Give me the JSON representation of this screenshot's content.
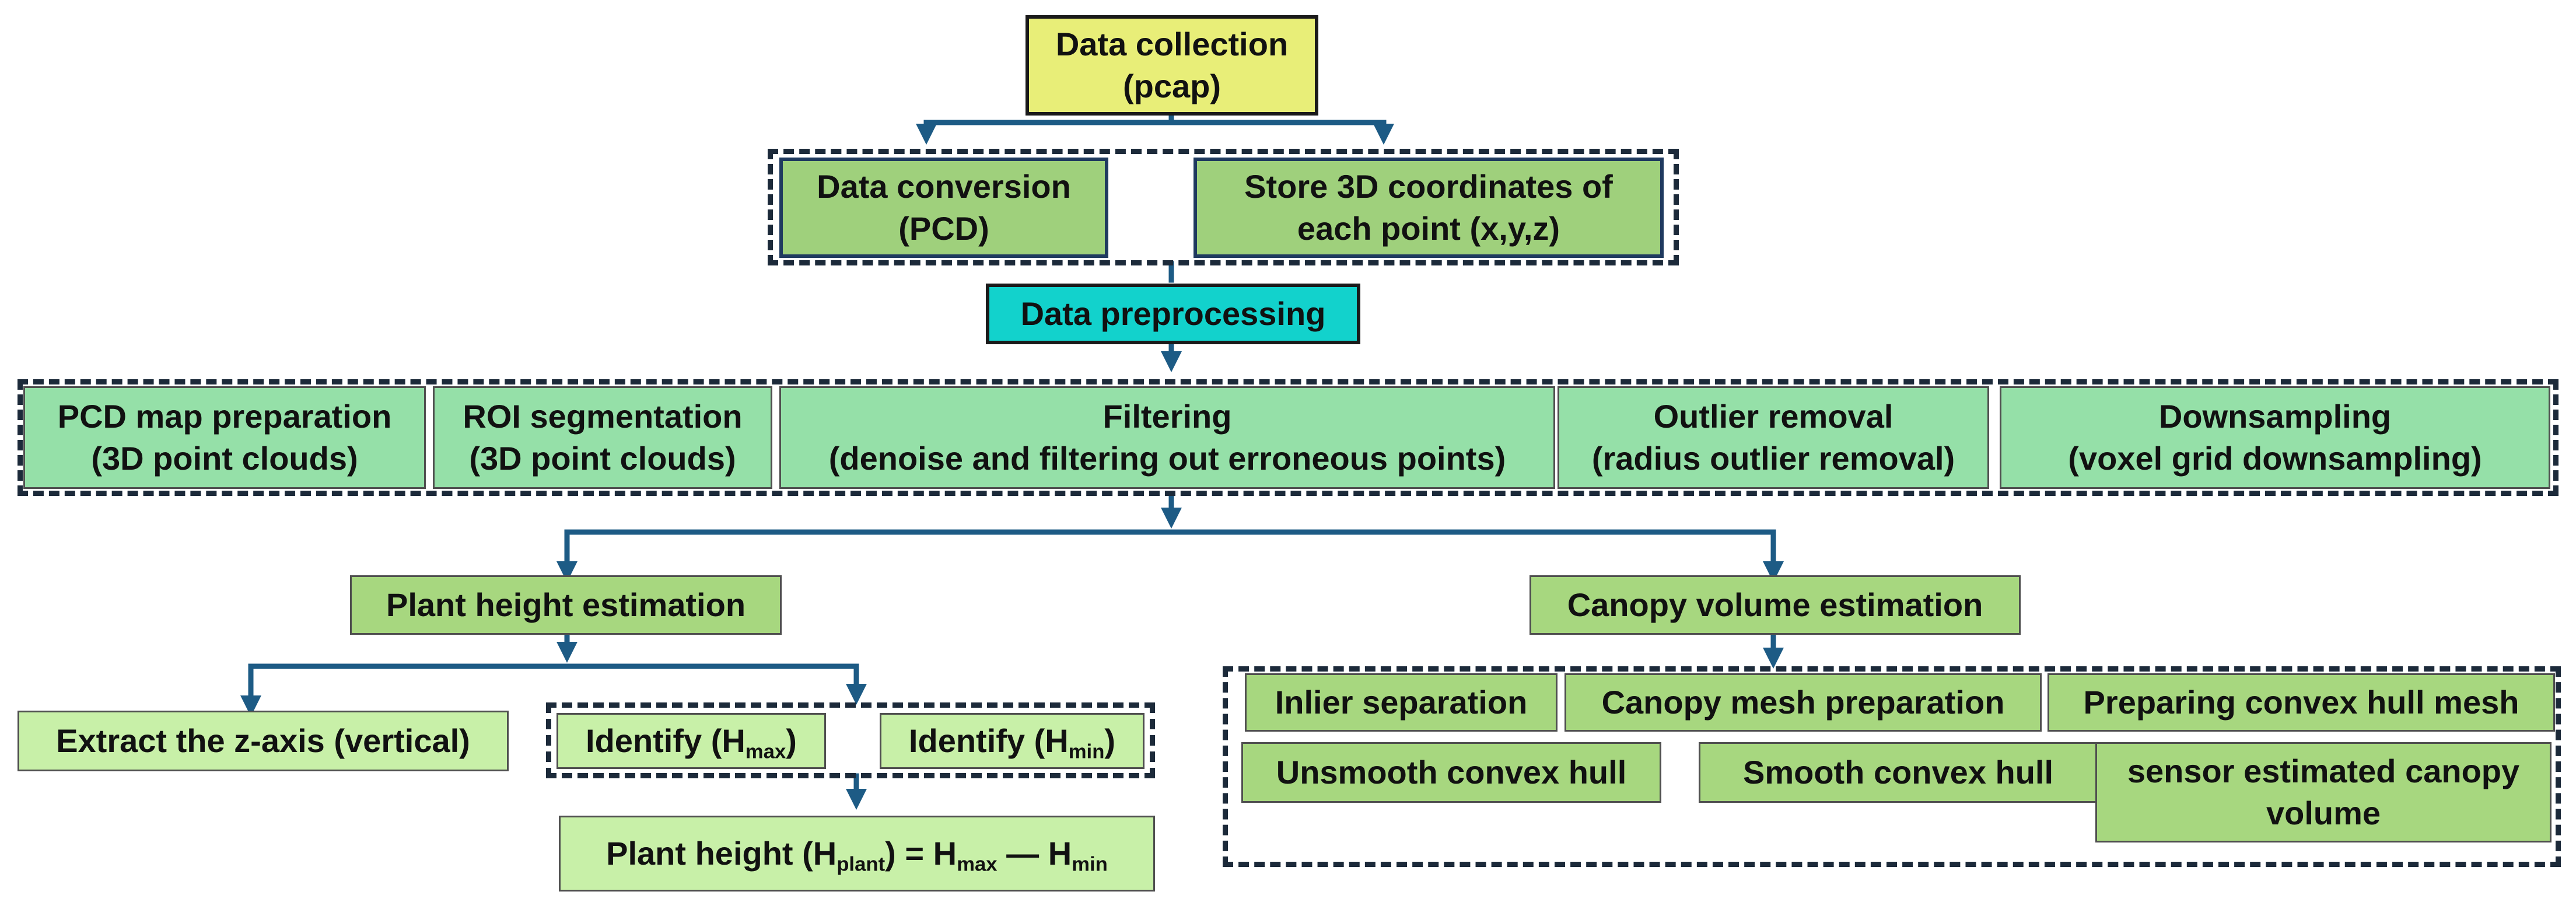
{
  "diagram": {
    "data_collection": {
      "line1": "Data collection",
      "line2": "(pcap)"
    },
    "data_conversion": {
      "line1": "Data conversion",
      "line2": "(PCD)"
    },
    "store_3d": {
      "line1": "Store 3D coordinates of",
      "line2": "each point (x,y,z)"
    },
    "data_preprocessing": {
      "label": "Data preprocessing"
    },
    "pcd_map": {
      "line1": "PCD map preparation",
      "line2": "(3D point clouds)"
    },
    "roi_segmentation": {
      "line1": "ROI segmentation",
      "line2": "(3D point clouds)"
    },
    "filtering": {
      "line1": "Filtering",
      "line2": "(denoise and filtering out erroneous points)"
    },
    "outlier_removal": {
      "line1": "Outlier removal",
      "line2": "(radius outlier removal)"
    },
    "downsampling": {
      "line1": "Downsampling",
      "line2": "(voxel grid downsampling)"
    },
    "plant_height_estimation": {
      "label": "Plant height estimation"
    },
    "canopy_volume_estimation": {
      "label": "Canopy volume estimation"
    },
    "extract_z": {
      "label": "Extract the z-axis (vertical)"
    },
    "identify_hmax": {
      "prefix": "Identify (H",
      "sub": "max",
      "suffix": ")"
    },
    "identify_hmin": {
      "prefix": "Identify (H",
      "sub": "min",
      "suffix": ")"
    },
    "plant_height_formula": {
      "prefix": "Plant height (H",
      "sub1": "plant",
      "mid1": ") = H",
      "sub2": "max",
      "mid2": "— H",
      "sub3": "min"
    },
    "inlier_separation": {
      "label": "Inlier separation"
    },
    "canopy_mesh": {
      "label": "Canopy mesh preparation"
    },
    "convex_hull_mesh": {
      "label": "Preparing convex hull mesh"
    },
    "unsmooth_hull": {
      "label": "Unsmooth convex hull"
    },
    "smooth_hull": {
      "label": "Smooth convex hull"
    },
    "sensor_volume": {
      "line1": "sensor estimated canopy",
      "line2": "volume"
    }
  },
  "colors": {
    "arrow": "#1d5b85",
    "dashed_border": "#1c2a3a",
    "yellow_box": "#e8ee78",
    "cyan_box": "#12d2cc",
    "green_box": "#9fd07c",
    "light_green_box": "#c8f0a8",
    "mint_box": "#95e0a8"
  }
}
